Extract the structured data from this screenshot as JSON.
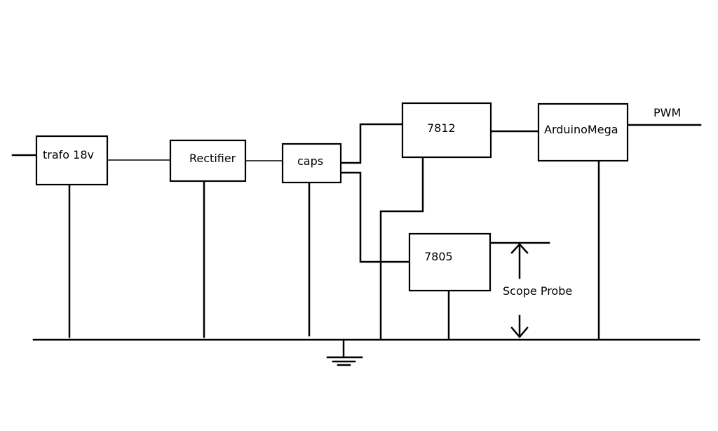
{
  "blocks": {
    "trafo": "trafo 18v",
    "rectifier": "Rectifier",
    "caps": "caps",
    "reg_7812": "7812",
    "reg_7805": "7805",
    "arduino": "ArduinoMega"
  },
  "labels": {
    "pwm": "PWM",
    "scope_probe": "Scope Probe"
  }
}
